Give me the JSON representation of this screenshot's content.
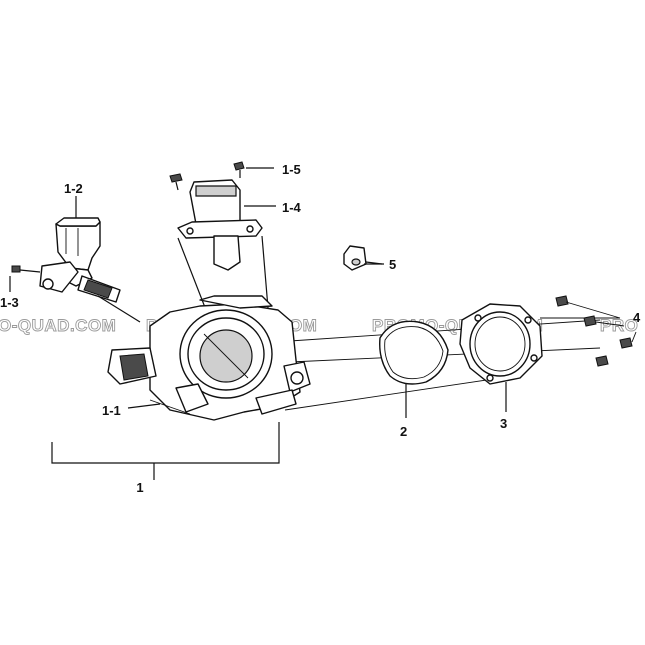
{
  "labels": {
    "p1": "1",
    "p1_1": "1-1",
    "p1_2": "1-2",
    "p1_3": "1-3",
    "p1_4": "1-4",
    "p1_5": "1-5",
    "p2": "2",
    "p3": "3",
    "p4": "4",
    "p5": "5"
  },
  "watermark": {
    "w1": "O-QUAD.COM",
    "w2": "PROMO-QUAD.COM",
    "w3": "PROMO-QUAD.COM",
    "w4": "PRO"
  },
  "colors": {
    "line": "#111111",
    "shade": "#cfcfcf",
    "watermark_outline": "#9a9a9a"
  }
}
